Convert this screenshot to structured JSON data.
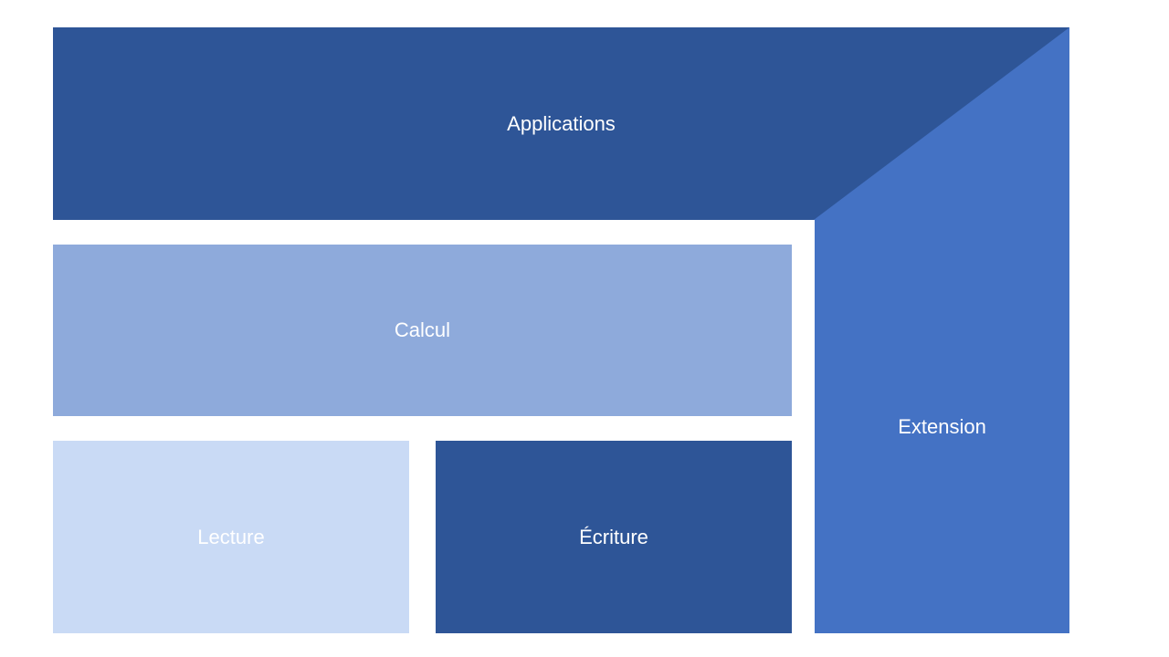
{
  "blocks": {
    "applications": {
      "label": "Applications",
      "color": "#2E5597"
    },
    "extension": {
      "label": "Extension",
      "color": "#4472C4"
    },
    "calcul": {
      "label": "Calcul",
      "color": "#8EAADB"
    },
    "lecture": {
      "label": "Lecture",
      "color": "#C9DAF5"
    },
    "ecriture": {
      "label": "Écriture",
      "color": "#2E5597"
    }
  },
  "text_color": "#FFFFFF"
}
